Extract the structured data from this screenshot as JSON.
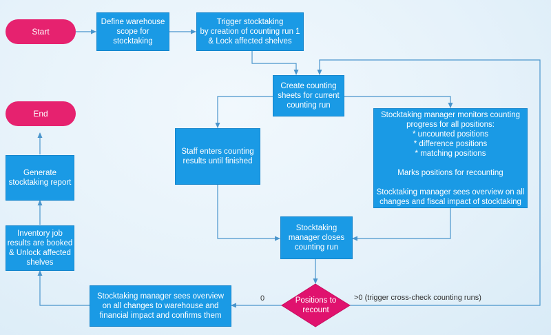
{
  "colors": {
    "terminal": "#e6226f",
    "process": "#1a9ae5",
    "decision": "#e0126e",
    "connector": "#4a95cc"
  },
  "nodes": {
    "start": "Start",
    "end": "End",
    "define_scope": "Define warehouse\nscope for\nstocktaking",
    "trigger": "Trigger stocktaking\nby creation of counting run 1\n& Lock affected shelves",
    "create_sheets": "Create counting\nsheets for current\ncounting run",
    "staff_enters": "Staff enters counting\nresults until finished",
    "monitor": "Stocktaking manager monitors counting\nprogress for all positions:\n* uncounted positions\n* difference positions\n* matching positions\n\nMarks positions for recounting\n\nStocktaking manager sees overview on all\nchanges and fiscal impact of stocktaking",
    "close_run": "Stocktaking\nmanager closes\ncounting run",
    "decision": "Positions to\nrecount",
    "overview_confirm": "Stocktaking manager sees overview\non all changes to warehouse and\nfinancial impact and confirms them",
    "booked": "Inventory job\nresults are booked\n& Unlock affected\nshelves",
    "report": "Generate\nstocktaking report"
  },
  "edge_labels": {
    "zero": "0",
    "recount": ">0 (trigger cross-check counting runs)"
  }
}
